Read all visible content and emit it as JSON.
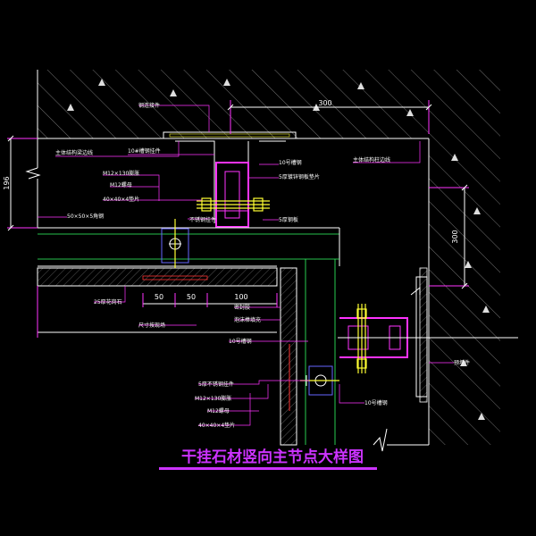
{
  "title": "干挂石材竖向主节点大样图",
  "dimensions": {
    "top_width": "300",
    "left_height": "196",
    "right_height": "300",
    "gap_a": "50",
    "gap_b": "50",
    "gap_c": "100"
  },
  "labels": {
    "top_connector": "钢连接件",
    "top_left_beam": "主体结构梁边线",
    "angle_top": "10#槽钢挂件",
    "channel_top": "10号槽钢",
    "top_right_col": "主体结构柱边线",
    "bolt_top": "M12×130膨胀",
    "bolt_nut_top": "M12螺母",
    "pad_top": "40×40×4垫片",
    "gasket_top": "5厚镀锌钢板垫片",
    "pin_top": "不锈钢挂件",
    "angle_stub": "50×50×5角钢",
    "plate_5": "5厚钢板",
    "stone_panel": "25厚花岗石",
    "glue": "密封胶",
    "foam": "泡沫棒填充",
    "size_note": "尺寸按现场",
    "channel_mid": "10号槽钢",
    "embed_plate": "预埋件",
    "ss_pin": "5厚不锈钢挂件",
    "bolt_bottom": "M12×130膨胀",
    "nut_bottom": "M12螺母",
    "pad_bottom": "40×40×4垫片",
    "channel_bottom": "10号槽钢"
  }
}
